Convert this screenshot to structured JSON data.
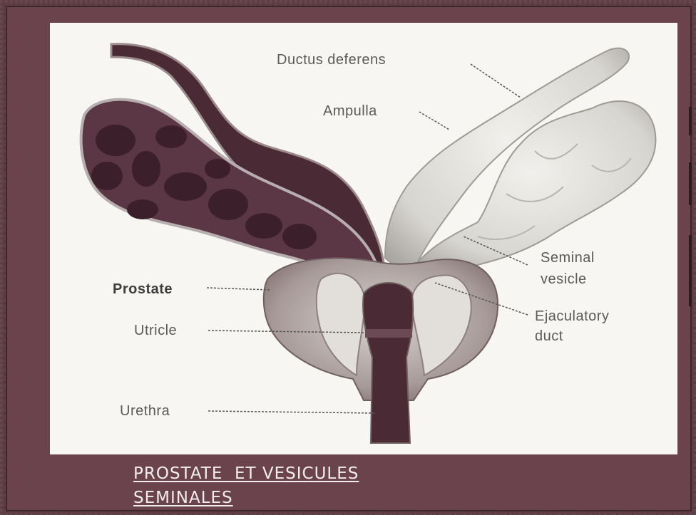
{
  "labels": {
    "ductus_deferens": "Ductus deferens",
    "ampulla": "Ampulla",
    "seminal_vesicle_1": "Seminal",
    "seminal_vesicle_2": "vesicle",
    "prostate": "Prostate",
    "utricle": "Utricle",
    "ejaculatory_1": "Ejaculatory",
    "ejaculatory_2": "duct",
    "urethra": "Urethra"
  },
  "caption": {
    "line1": "PROSTATE  ET VESICULES",
    "line2": "SEMINALES"
  },
  "colors": {
    "background": "#5e3d45",
    "panel": "#f7f6f2",
    "tissue_dark": "#4a2a35",
    "tissue_light": "#d8d6d2",
    "caption": "#f2eef0"
  }
}
